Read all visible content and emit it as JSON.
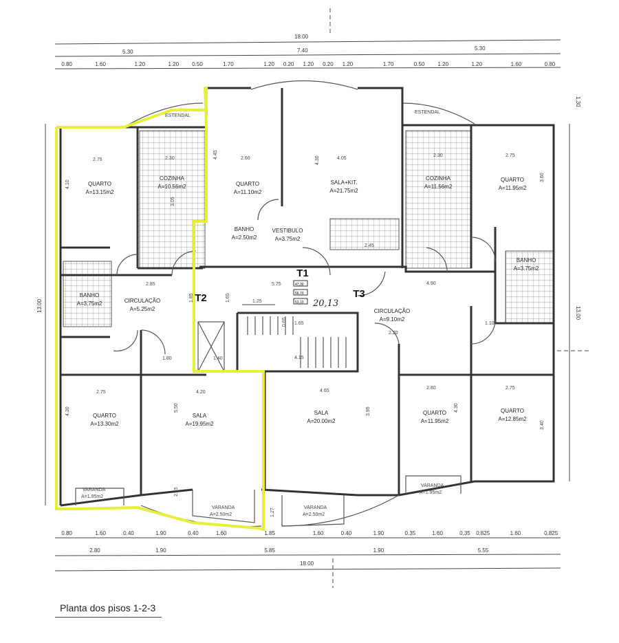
{
  "title": "Planta dos pisos 1-2-3",
  "dims_top": {
    "total": "18.00",
    "mid": [
      "5.30",
      "7.40",
      "5.30"
    ],
    "detail": [
      "0.80",
      "1.60",
      "1.20",
      "1.20",
      "0.50",
      "1.70",
      "1.20",
      "0.20",
      "1.20",
      "0.20",
      "1.20",
      "1.70",
      "0.50",
      "1.20",
      "1.20",
      "1.60",
      "0.80"
    ]
  },
  "dims_bottom": {
    "total": "18.00",
    "mid": [
      "2.80",
      "1.90",
      "5.85",
      "1.90",
      "5.55"
    ],
    "detail": [
      "0.80",
      "1.60",
      "0.40",
      "1.90",
      "0.40",
      "1.60",
      "1.85",
      "1.60",
      "0.40",
      "1.90",
      "0.35",
      "1.60",
      "0.35",
      "0.825",
      "1.60",
      "0.825"
    ]
  },
  "dims_side": {
    "left": "13.00",
    "right": "13.00",
    "right_top": "1.30"
  },
  "units": {
    "t1": "T1",
    "t2": "T2",
    "t3": "T3",
    "handwritten": "20,13",
    "boxes": [
      "47,30",
      "56,70",
      "63,10"
    ]
  },
  "rooms": {
    "quarto_tl": {
      "name": "QUARTO",
      "area": "A=13.15m2",
      "w": "2.75",
      "h": "4.10"
    },
    "cozinha_l": {
      "name": "COZINHA",
      "area": "A=10.56m2",
      "w": "2.30",
      "h": "3.05"
    },
    "quarto_tc": {
      "name": "QUARTO",
      "area": "A=11.10m2",
      "w": "2.60",
      "h": "4.45"
    },
    "sala_kit": {
      "name": "SALA+KIT.",
      "area": "A=21.75m2",
      "w": "4.05",
      "h": "4.30"
    },
    "cozinha_r": {
      "name": "COZINHA",
      "area": "A=11.56m2",
      "w": "2.30"
    },
    "quarto_tr": {
      "name": "QUARTO",
      "area": "A=11.95m2",
      "w": "2.75",
      "h": "3.60"
    },
    "banho_c": {
      "name": "BANHO",
      "area": "A=2.50m2"
    },
    "vestibulo": {
      "name": "VESTIBULO",
      "area": "A=3.75m2"
    },
    "banho_l": {
      "name": "BANHO",
      "area": "A=3.75m2"
    },
    "banho_r": {
      "name": "BANHO",
      "area": "A=3.75m2"
    },
    "circ_l": {
      "name": "CIRCULAÇÃO",
      "area": "A=5.25m2",
      "w": "2.85"
    },
    "circ_r": {
      "name": "CIRCULAÇÃO",
      "area": "A=9.10m2",
      "w": "4.90"
    },
    "quarto_bl": {
      "name": "QUARTO",
      "area": "A=13.30m2",
      "w": "2.75",
      "h": "4.30"
    },
    "sala_bl": {
      "name": "SALA",
      "area": "A=19.95m2",
      "w": "4.20",
      "h": "5.50"
    },
    "sala_bc": {
      "name": "SALA",
      "area": "A=20.00m2",
      "w": "4.65",
      "h": "3.95"
    },
    "quarto_br1": {
      "name": "QUARTO",
      "area": "A=11.95m2",
      "w": "2.80",
      "h": "4.30"
    },
    "quarto_br2": {
      "name": "QUARTO",
      "area": "A=12.85m2",
      "w": "2.75",
      "h": "3.40"
    },
    "varanda_1": {
      "name": "VARANDA",
      "area": "A=1.95m2"
    },
    "varanda_2": {
      "name": "VARANDA",
      "area": "A=2.50m2"
    },
    "varanda_3": {
      "name": "VARANDA",
      "area": "A=2.50m2"
    },
    "varanda_4": {
      "name": "VARANDA",
      "area": "A=1.95m2"
    },
    "estendal_l": "ESTENDAL",
    "estendal_r": "ESTENDAL"
  },
  "misc_dims": [
    "5.75",
    "1.25",
    "1.65",
    "0.65",
    "4.15",
    "1.85",
    "1.65",
    "2.20",
    "1.10",
    "1.80",
    "1.40",
    "2.45",
    "2.45",
    "1.27",
    "3.95",
    "2.80"
  ],
  "colors": {
    "highlight": "#e8ee3a",
    "walls": "#333333"
  }
}
